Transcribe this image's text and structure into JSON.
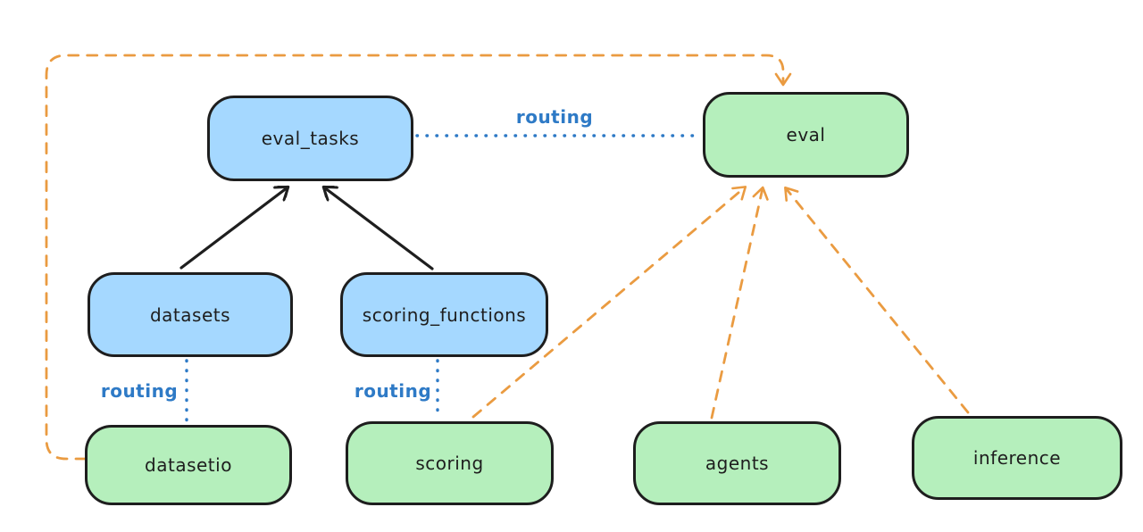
{
  "diagram": {
    "nodes": [
      {
        "id": "eval_tasks",
        "label": "eval_tasks",
        "fill": "#a5d8ff"
      },
      {
        "id": "eval",
        "label": "eval",
        "fill": "#b5efbc"
      },
      {
        "id": "datasets",
        "label": "datasets",
        "fill": "#a5d8ff"
      },
      {
        "id": "scoring_functions",
        "label": "scoring_functions",
        "fill": "#a5d8ff"
      },
      {
        "id": "datasetio",
        "label": "datasetio",
        "fill": "#b5efbc"
      },
      {
        "id": "scoring",
        "label": "scoring",
        "fill": "#b5efbc"
      },
      {
        "id": "agents",
        "label": "agents",
        "fill": "#b5efbc"
      },
      {
        "id": "inference",
        "label": "inference",
        "fill": "#b5efbc"
      }
    ],
    "edges": [
      {
        "from": "datasets",
        "to": "eval_tasks",
        "style": "solid",
        "color": "#1e1e1e",
        "label": ""
      },
      {
        "from": "scoring_functions",
        "to": "eval_tasks",
        "style": "solid",
        "color": "#1e1e1e",
        "label": ""
      },
      {
        "from": "eval_tasks",
        "to": "eval",
        "style": "dotted",
        "color": "#2e7ac6",
        "label": "routing"
      },
      {
        "from": "datasets",
        "to": "datasetio",
        "style": "dotted",
        "color": "#2e7ac6",
        "label": "routing"
      },
      {
        "from": "scoring_functions",
        "to": "scoring",
        "style": "dotted",
        "color": "#2e7ac6",
        "label": "routing"
      },
      {
        "from": "datasetio",
        "to": "eval",
        "style": "dashed",
        "color": "#ea9b41",
        "label": ""
      },
      {
        "from": "scoring",
        "to": "eval",
        "style": "dashed",
        "color": "#ea9b41",
        "label": ""
      },
      {
        "from": "agents",
        "to": "eval",
        "style": "dashed",
        "color": "#ea9b41",
        "label": ""
      },
      {
        "from": "inference",
        "to": "eval",
        "style": "dashed",
        "color": "#ea9b41",
        "label": ""
      }
    ],
    "colors": {
      "node_stroke": "#1e1e1e",
      "blue_fill": "#a5d8ff",
      "green_fill": "#b5efbc",
      "routing_blue": "#2e7ac6",
      "orange": "#ea9b41",
      "background": "#ffffff"
    }
  }
}
